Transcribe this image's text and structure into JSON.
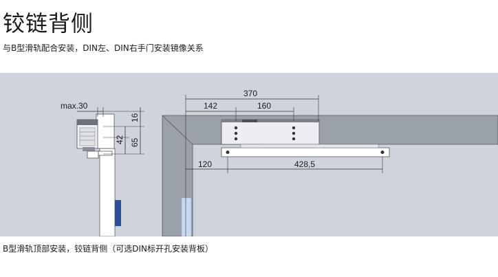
{
  "title": "铰链背侧",
  "subtitle": "与B型滑轨配合安装，DIN左、DIN右手门安装镜像关系",
  "caption": "B型滑轨顶部安装，铰链背侧（可选DIN标开孔安装背板）",
  "dimensions": {
    "max_label": "max.30",
    "v16": "16",
    "v42": "42",
    "v65": "65",
    "d370": "370",
    "d142": "142",
    "d160": "160",
    "d120": "120",
    "d428": "428,5"
  },
  "colors": {
    "background": "#cfd4dc",
    "frame": "#9aa1ab",
    "white": "#ffffff",
    "blue": "#2a4f9c",
    "light_blue": "#c7d9ef"
  }
}
